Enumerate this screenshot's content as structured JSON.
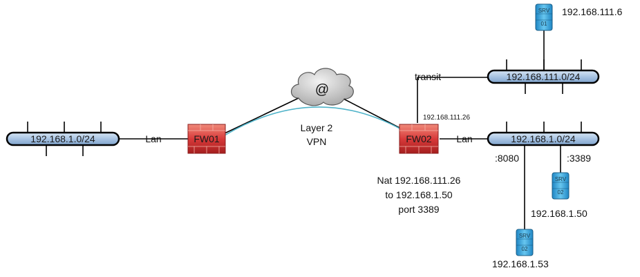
{
  "networks": {
    "left_lan": "192.168.1.0/24",
    "remote_transit": "192.168.111.0/24",
    "remote_lan": "192.168.1.0/24"
  },
  "firewalls": {
    "fw01": "FW01",
    "fw02": "FW02"
  },
  "cloud": {
    "symbol": "@"
  },
  "vpn_label": {
    "line1": "Layer 2",
    "line2": "VPN"
  },
  "links": {
    "left_lan": "Lan",
    "right_lan": "Lan",
    "transit": "transit",
    "fw02_transit_ip": "192.168.111.26"
  },
  "servers": {
    "srv01": {
      "line1": "SRV",
      "line2": "01",
      "ip": "192.168.111.6"
    },
    "srv02a": {
      "line1": "SRV",
      "line2": "02",
      "ip": "192.168.1.50",
      "port": ":3389"
    },
    "srv02b": {
      "line1": "SRV",
      "line2": "02",
      "ip": "192.168.1.53",
      "port": ":8080"
    }
  },
  "nat_note": {
    "line1": "Nat 192.168.111.26",
    "line2": "to 192.168.1.50",
    "line3": "port 3389"
  },
  "colors": {
    "bus_fill": "#a9c4e3",
    "firewall_red": "#d83a3a",
    "server_blue": "#3aa7de",
    "vpn_curve": "#4fb3c9",
    "cloud_gray": "#c7c7c7"
  }
}
